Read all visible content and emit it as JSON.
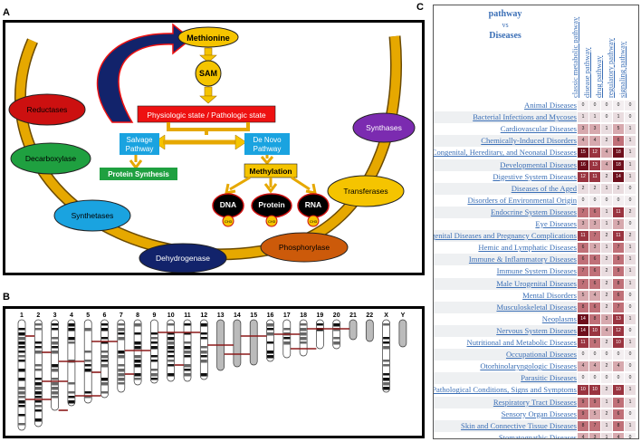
{
  "labels": {
    "a": "A",
    "b": "B",
    "c": "C"
  },
  "panelA": {
    "methionine": "Methionine",
    "sam": "SAM",
    "state": "Physiologic state / Pathologic state",
    "salvage": [
      "Salvage",
      "Pathway"
    ],
    "denovo": [
      "De Novo",
      "Pathway"
    ],
    "protein_synthesis": "Protein Synthesis",
    "methylation": "Methylation",
    "dna": "DNA",
    "protein": "Protein",
    "rna": "RNA",
    "ch3": "CH3",
    "reductases": "Reductases",
    "decarboxylase": "Decarboxylase",
    "synthetases": "Synthetases",
    "dehydrogenase": "Dehydrogenase",
    "phosphorylase": "Phosphorylase",
    "transferases": "Transferases",
    "synthases": "Synthases",
    "colors": {
      "yellow": "#f5c400",
      "red": "#ee1111",
      "blue": "#1aa3e0",
      "green": "#1fa040",
      "navy": "#12236b",
      "orange": "#cc5a0a",
      "purple": "#7b2bb0",
      "darkred": "#cc1010",
      "gold": "#e6a800"
    }
  },
  "panelB": {
    "chromosomes": [
      "1",
      "2",
      "3",
      "4",
      "5",
      "6",
      "7",
      "8",
      "9",
      "10",
      "11",
      "12",
      "13",
      "14",
      "15",
      "16",
      "17",
      "18",
      "19",
      "20",
      "21",
      "22",
      "X",
      "Y"
    ]
  },
  "heatmap": {
    "title_lines": [
      "pathway",
      "vs",
      "Diseases"
    ],
    "columns": [
      "classic metabolic pathway",
      "disease pathway",
      "drug pathway",
      "regulatory pathway",
      "signaling pathway"
    ],
    "rows": [
      {
        "label": "Animal Diseases",
        "values": [
          0,
          0,
          0,
          0,
          0
        ]
      },
      {
        "label": "Bacterial Infections and Mycoses",
        "values": [
          1,
          1,
          0,
          1,
          0
        ]
      },
      {
        "label": "Cardiovascular Diseases",
        "values": [
          3,
          3,
          1,
          5,
          1
        ]
      },
      {
        "label": "Chemically-Induced Disorders",
        "values": [
          4,
          4,
          2,
          6,
          1
        ]
      },
      {
        "label": "Congenital, Hereditary, and Neonatal Diseases",
        "values": [
          15,
          12,
          4,
          18,
          1
        ]
      },
      {
        "label": "Developmental Diseases",
        "values": [
          16,
          13,
          4,
          18,
          1
        ]
      },
      {
        "label": "Digestive System Diseases",
        "values": [
          12,
          11,
          2,
          14,
          1
        ]
      },
      {
        "label": "Diseases of the Aged",
        "values": [
          2,
          2,
          1,
          2,
          0
        ]
      },
      {
        "label": "Disorders of Environmental Origin",
        "values": [
          0,
          0,
          0,
          0,
          0
        ]
      },
      {
        "label": "Endocrine System Diseases",
        "values": [
          7,
          6,
          1,
          11,
          2
        ]
      },
      {
        "label": "Eye Diseases",
        "values": [
          3,
          3,
          1,
          3,
          0
        ]
      },
      {
        "label": "Female Urogenital Diseases and Pregnancy Complications",
        "values": [
          11,
          7,
          2,
          11,
          2
        ]
      },
      {
        "label": "Hemic and Lymphatic Diseases",
        "values": [
          6,
          3,
          1,
          7,
          1
        ]
      },
      {
        "label": "Immune & Inflammatory Diseases",
        "values": [
          6,
          6,
          2,
          9,
          1
        ]
      },
      {
        "label": "Immune System Diseases",
        "values": [
          7,
          6,
          2,
          9,
          1
        ]
      },
      {
        "label": "Male Urogenital Diseases",
        "values": [
          7,
          6,
          2,
          8,
          1
        ]
      },
      {
        "label": "Mental Disorders",
        "values": [
          5,
          4,
          2,
          6,
          0
        ]
      },
      {
        "label": "Musculoskeletal Diseases",
        "values": [
          8,
          6,
          2,
          7,
          0
        ]
      },
      {
        "label": "Neoplasms",
        "values": [
          14,
          8,
          3,
          13,
          1
        ]
      },
      {
        "label": "Nervous System Diseases",
        "values": [
          14,
          10,
          4,
          12,
          0
        ]
      },
      {
        "label": "Nutritional and Metabolic Diseases",
        "values": [
          11,
          9,
          2,
          10,
          1
        ]
      },
      {
        "label": "Occupational Diseases",
        "values": [
          0,
          0,
          0,
          0,
          0
        ]
      },
      {
        "label": "Otorhinolaryngologic Diseases",
        "values": [
          4,
          4,
          2,
          4,
          0
        ]
      },
      {
        "label": "Parasitic Diseases",
        "values": [
          0,
          0,
          0,
          0,
          0
        ]
      },
      {
        "label": "Pathological Conditions, Signs and Symptoms",
        "values": [
          10,
          10,
          2,
          10,
          1
        ]
      },
      {
        "label": "Respiratory Tract Diseases",
        "values": [
          9,
          9,
          1,
          9,
          1
        ]
      },
      {
        "label": "Sensory Organ Diseases",
        "values": [
          9,
          5,
          2,
          6,
          0
        ]
      },
      {
        "label": "Skin and Connective Tissue Diseases",
        "values": [
          8,
          7,
          1,
          8,
          1
        ]
      },
      {
        "label": "Stomatognathic Diseases",
        "values": [
          4,
          3,
          1,
          4,
          0
        ]
      }
    ]
  }
}
